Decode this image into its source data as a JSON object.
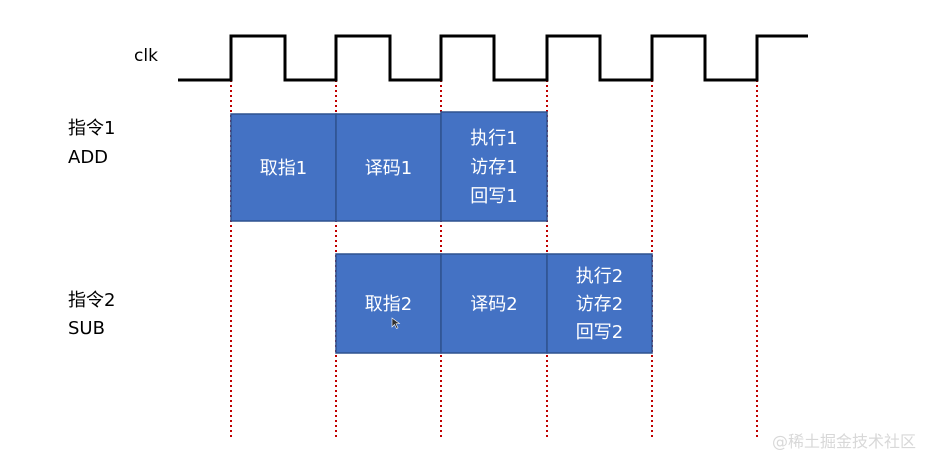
{
  "clock": {
    "label": "clk"
  },
  "instructions": [
    {
      "label_line1": "指令1",
      "label_line2": "ADD",
      "stages": [
        {
          "lines": [
            "取指1"
          ]
        },
        {
          "lines": [
            "译码1"
          ]
        },
        {
          "lines": [
            "执行1",
            "访存1",
            "回写1"
          ]
        }
      ]
    },
    {
      "label_line1": "指令2",
      "label_line2": "SUB",
      "stages": [
        {
          "lines": [
            "取指2"
          ]
        },
        {
          "lines": [
            "译码2"
          ]
        },
        {
          "lines": [
            "执行2",
            "访存2",
            "回写2"
          ]
        }
      ]
    }
  ],
  "watermark": "@稀土掘金技术社区",
  "colors": {
    "box_fill": "#4472c4",
    "box_border": "#2f528f",
    "box_text": "#ffffff",
    "dotted_line": "#c00000",
    "clock_line": "#000000"
  }
}
